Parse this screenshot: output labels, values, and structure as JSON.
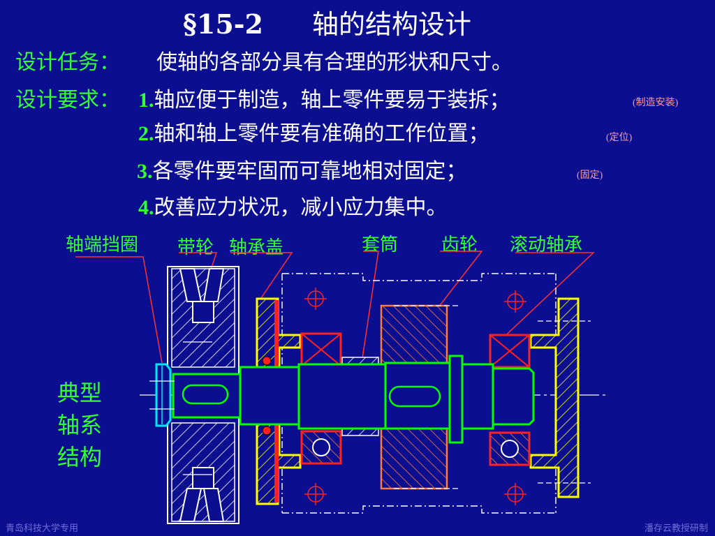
{
  "title": {
    "section": "§15-2",
    "text": "轴的结构设计"
  },
  "task": {
    "label": "设计任务：",
    "text": "使轴的各部分具有合理的形状和尺寸。"
  },
  "requirements": {
    "label": "设计要求：",
    "items": [
      {
        "num": "1.",
        "text": "轴应便于制造，轴上零件要易于装拆；",
        "note": "(制造安装)"
      },
      {
        "num": "2.",
        "text": "轴和轴上零件要有准确的工作位置；",
        "note": "(定位)"
      },
      {
        "num": "3.",
        "text": "各零件要牢固而可靠地相对固定；",
        "note": "(固定)"
      },
      {
        "num": "4.",
        "text": "改善应力状况，减小应力集中。",
        "note": ""
      }
    ]
  },
  "parts": [
    "轴端挡圈",
    "带轮",
    "轴承盖",
    "套筒",
    "齿轮",
    "滚动轴承"
  ],
  "side_label": [
    "典型",
    "轴系",
    "结构"
  ],
  "footer": {
    "left": "青岛科技大学专用",
    "right": "潘存云教授研制"
  },
  "colors": {
    "background": "#0b0f8f",
    "label_green": "#33ff33",
    "text_white": "#ffffff",
    "note_pink": "#ff9aa0",
    "shaft_green": "#00ff00",
    "housing_yellow": "#ffff00",
    "bearing_red": "#ff2020",
    "gear_orange": "#ff7a3d",
    "retainer_cyan": "#00e5ff"
  }
}
